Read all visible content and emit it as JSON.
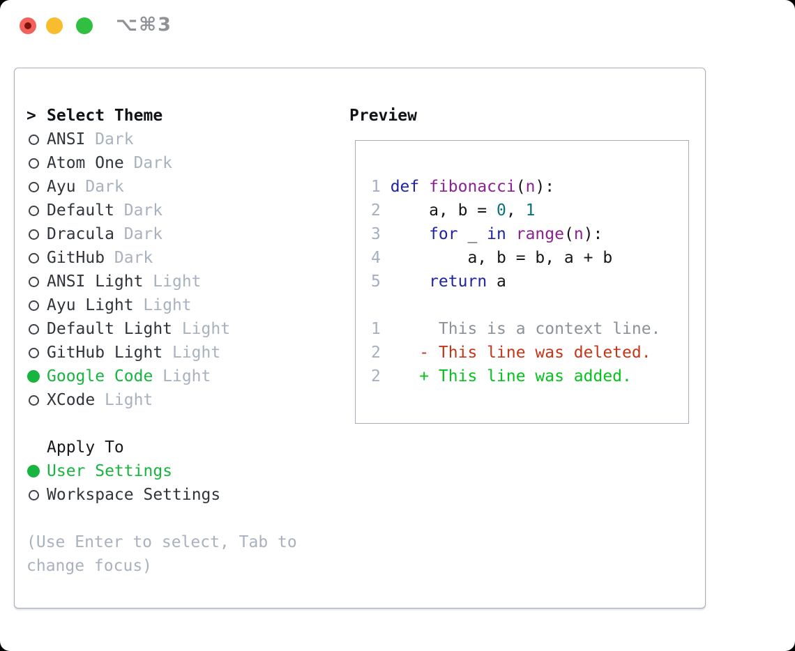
{
  "window": {
    "title": "⌥⌘3",
    "traffic_lights": [
      "close-button",
      "minimize-button",
      "zoom-button"
    ]
  },
  "colors": {
    "sel-green": "#17b43f",
    "add-green": "#04c31d",
    "del-red": "#c63518",
    "kw-blue": "#1e24a3",
    "fn-purple": "#8c2191",
    "num-teal": "#0b7377",
    "muted": "#a8b2bf",
    "name-dark": "#30353b",
    "border-gray": "#a6adb7",
    "title-gray": "#8e9196"
  },
  "theme_picker": {
    "prompt": ">",
    "header": "Select Theme",
    "themes": [
      {
        "name": "ANSI",
        "variant": "Dark",
        "selected": false
      },
      {
        "name": "Atom One",
        "variant": "Dark",
        "selected": false
      },
      {
        "name": "Ayu",
        "variant": "Dark",
        "selected": false
      },
      {
        "name": "Default",
        "variant": "Dark",
        "selected": false
      },
      {
        "name": "Dracula",
        "variant": "Dark",
        "selected": false
      },
      {
        "name": "GitHub",
        "variant": "Dark",
        "selected": false
      },
      {
        "name": "ANSI Light",
        "variant": "Light",
        "selected": false
      },
      {
        "name": "Ayu Light",
        "variant": "Light",
        "selected": false
      },
      {
        "name": "Default Light",
        "variant": "Light",
        "selected": false
      },
      {
        "name": "GitHub Light",
        "variant": "Light",
        "selected": false
      },
      {
        "name": "Google Code",
        "variant": "Light",
        "selected": true
      },
      {
        "name": "XCode",
        "variant": "Light",
        "selected": false
      }
    ]
  },
  "apply_to": {
    "header": "Apply To",
    "options": [
      {
        "label": "User Settings",
        "selected": true
      },
      {
        "label": "Workspace Settings",
        "selected": false
      }
    ]
  },
  "help_text": "(Use Enter to select, Tab to change focus)",
  "preview": {
    "header": "Preview",
    "lines": [
      {
        "num": "1",
        "tokens": [
          {
            "t": "def",
            "c": "kw"
          },
          {
            "t": " ",
            "c": "pl"
          },
          {
            "t": "fibonacci",
            "c": "fn"
          },
          {
            "t": "(",
            "c": "pl"
          },
          {
            "t": "n",
            "c": "fn"
          },
          {
            "t": "):",
            "c": "pl"
          }
        ]
      },
      {
        "num": "2",
        "tokens": [
          {
            "t": "    a, b = ",
            "c": "pl"
          },
          {
            "t": "0",
            "c": "num"
          },
          {
            "t": ", ",
            "c": "pl"
          },
          {
            "t": "1",
            "c": "num"
          }
        ]
      },
      {
        "num": "3",
        "tokens": [
          {
            "t": "    ",
            "c": "pl"
          },
          {
            "t": "for",
            "c": "kw"
          },
          {
            "t": " _ ",
            "c": "pl"
          },
          {
            "t": "in",
            "c": "kw"
          },
          {
            "t": " ",
            "c": "pl"
          },
          {
            "t": "range",
            "c": "fn"
          },
          {
            "t": "(",
            "c": "pl"
          },
          {
            "t": "n",
            "c": "fn"
          },
          {
            "t": "):",
            "c": "pl"
          }
        ]
      },
      {
        "num": "4",
        "tokens": [
          {
            "t": "        a, b = b, a + b",
            "c": "pl"
          }
        ]
      },
      {
        "num": "5",
        "tokens": [
          {
            "t": "    ",
            "c": "pl"
          },
          {
            "t": "return",
            "c": "kw"
          },
          {
            "t": " a",
            "c": "pl"
          }
        ]
      },
      {
        "num": "",
        "tokens": []
      },
      {
        "num": "1",
        "tokens": [
          {
            "t": "     This is a context line.",
            "c": "ctx"
          }
        ]
      },
      {
        "num": "2",
        "tokens": [
          {
            "t": "   - This line was deleted.",
            "c": "del"
          }
        ]
      },
      {
        "num": "2",
        "tokens": [
          {
            "t": "   + This line was added.",
            "c": "add"
          }
        ]
      }
    ]
  }
}
